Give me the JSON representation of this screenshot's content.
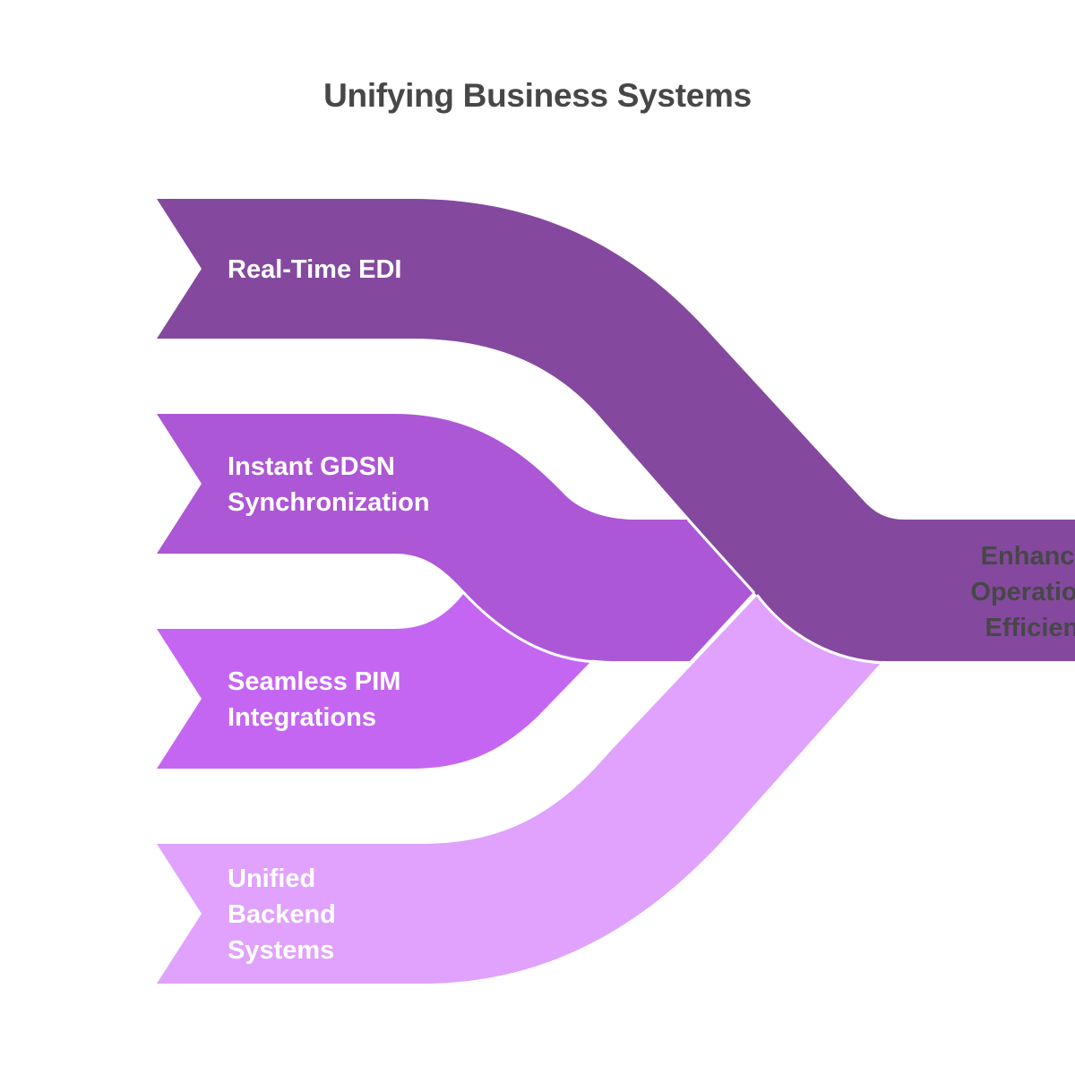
{
  "title": "Unifying Business Systems",
  "inputs": [
    {
      "label_lines": [
        "Real-Time EDI"
      ],
      "color": "#84499E",
      "text_color": "#FFFFFF"
    },
    {
      "label_lines": [
        "Instant GDSN",
        "Synchronization"
      ],
      "color": "#AC57D6",
      "text_color": "#FFFFFF"
    },
    {
      "label_lines": [
        "Seamless PIM",
        "Integrations"
      ],
      "color": "#C566F2",
      "text_color": "#FFFFFF"
    },
    {
      "label_lines": [
        "Unified",
        "Backend",
        "Systems"
      ],
      "color": "#E0A2FC",
      "text_color": "#FFFFFF"
    }
  ],
  "output": {
    "label_lines": [
      "Enhanced",
      "Operational",
      "Efficiency"
    ],
    "color": "#84499E",
    "text_color": "#474747"
  }
}
